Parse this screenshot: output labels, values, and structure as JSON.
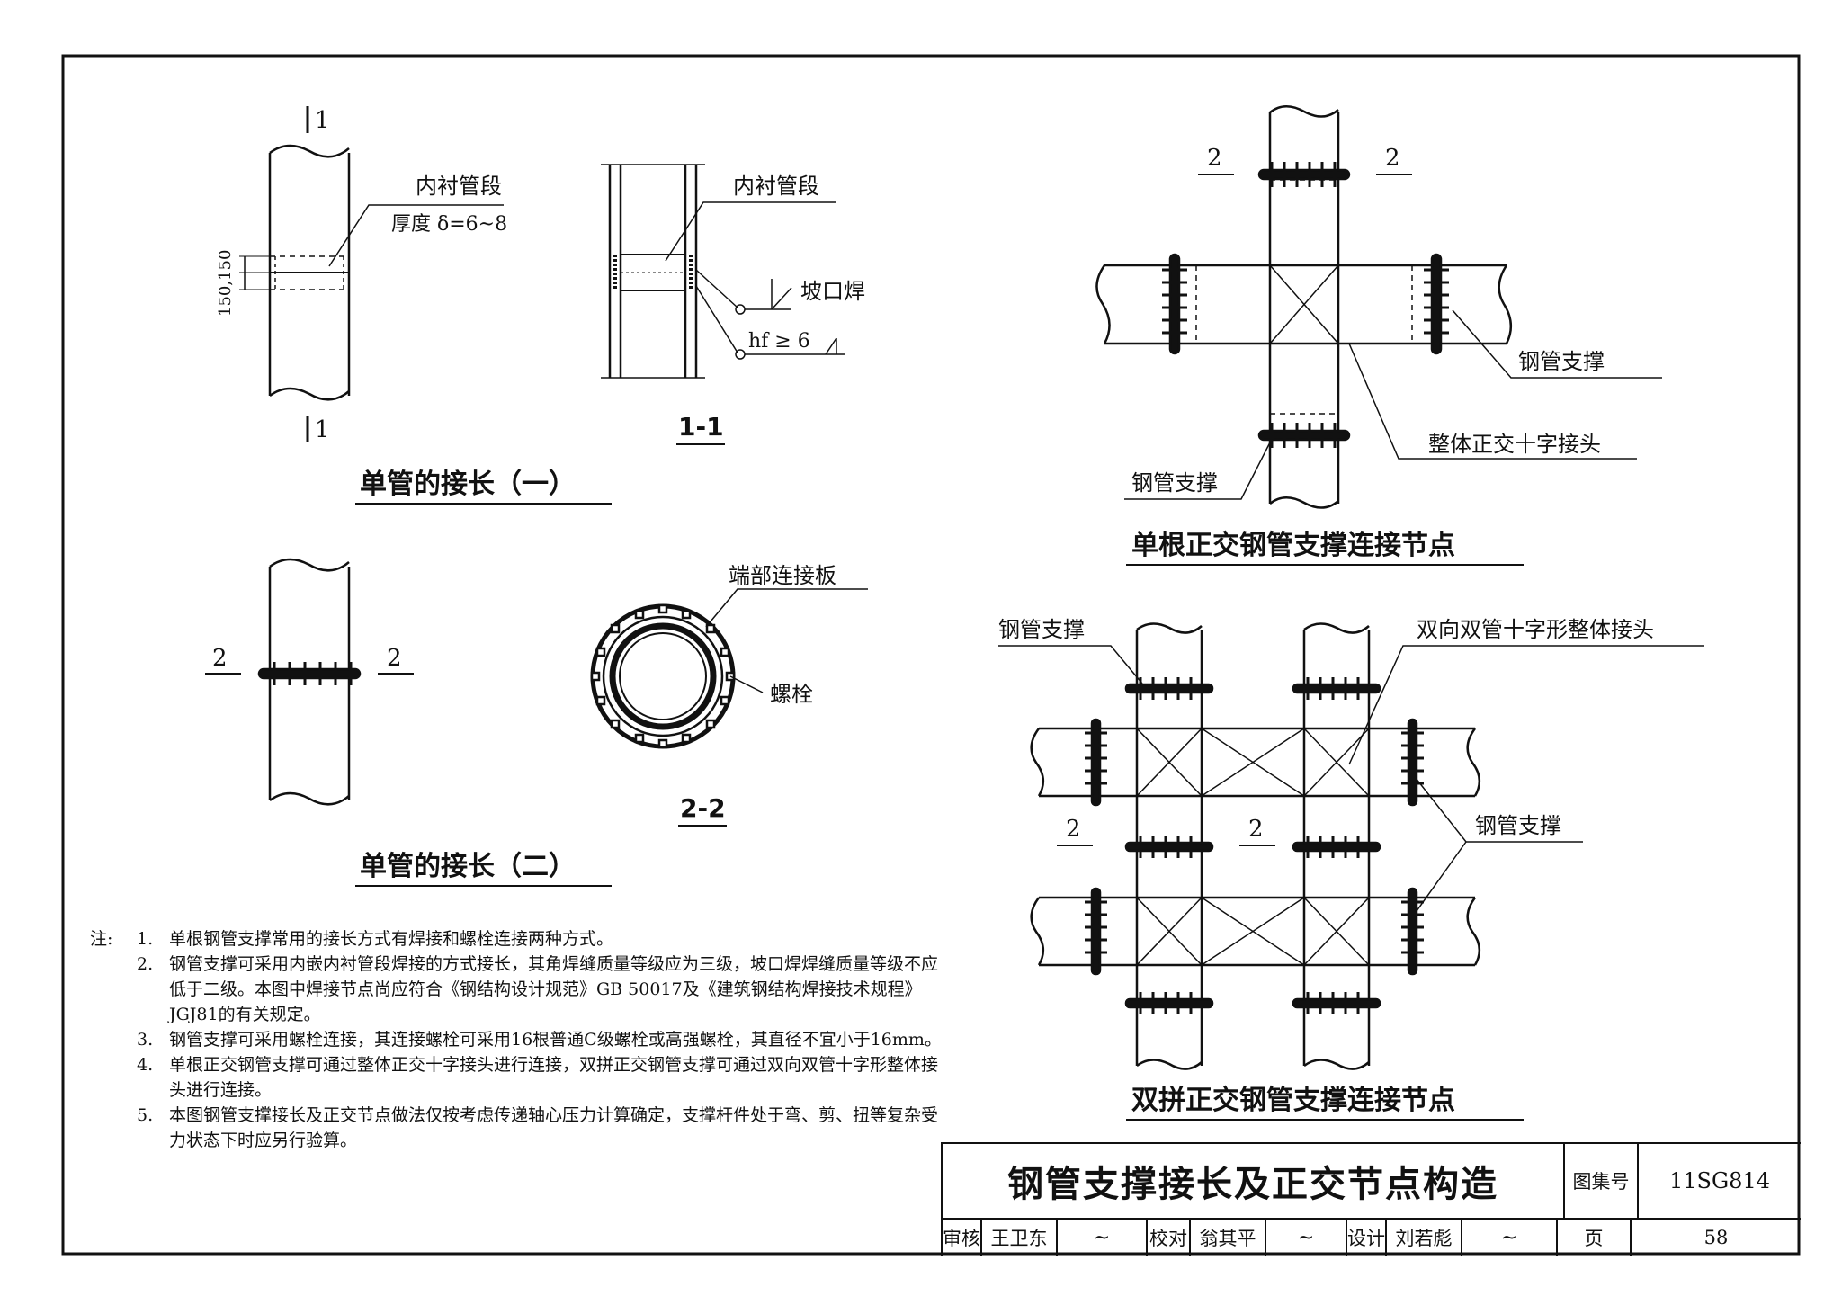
{
  "detail1": {
    "section_marks": [
      "1",
      "1"
    ],
    "dim_text": "150,150",
    "liner_label": "内衬管段",
    "thickness_label": "厚度 δ=6~8",
    "caption": "单管的接长（一）"
  },
  "section11": {
    "liner_label": "内衬管段",
    "weld_label": "坡口焊",
    "hf_label": "hf ≥ 6",
    "caption": "1-1"
  },
  "detail2": {
    "section_marks": [
      "2",
      "2"
    ],
    "caption": "单管的接长（二）"
  },
  "section22": {
    "plate_label": "端部连接板",
    "bolt_label": "螺栓",
    "caption": "2-2"
  },
  "single_node": {
    "section_marks": [
      "2",
      "2"
    ],
    "brace_label_right": "钢管支撑",
    "joint_label": "整体正交十字接头",
    "brace_label_left": "钢管支撑",
    "caption": "单根正交钢管支撑连接节点"
  },
  "double_node": {
    "brace_label_top": "钢管支撑",
    "joint_label": "双向双管十字形整体接头",
    "brace_label_right": "钢管支撑",
    "section_marks": [
      "2",
      "2"
    ],
    "caption": "双拼正交钢管支撑连接节点"
  },
  "notes": {
    "lead": "注:",
    "items": [
      {
        "num": "1.",
        "text": "单根钢管支撑常用的接长方式有焊接和螺栓连接两种方式。"
      },
      {
        "num": "2.",
        "text": "钢管支撑可采用内嵌内衬管段焊接的方式接长，其角焊缝质量等级应为三级，坡口焊焊缝质量等级不应低于二级。本图中焊接节点尚应符合《钢结构设计规范》GB 50017及《建筑钢结构焊接技术规程》JGJ81的有关规定。"
      },
      {
        "num": "3.",
        "text": "钢管支撑可采用螺栓连接，其连接螺栓可采用16根普通C级螺栓或高强螺栓，其直径不宜小于16mm。"
      },
      {
        "num": "4.",
        "text": "单根正交钢管支撑可通过整体正交十字接头进行连接，双拼正交钢管支撑可通过双向双管十字形整体接头进行连接。"
      },
      {
        "num": "5.",
        "text": "本图钢管支撑接长及正交节点做法仅按考虑传递轴心压力计算确定，支撑杆件处于弯、剪、扭等复杂受力状态下时应另行验算。"
      }
    ]
  },
  "titleblock": {
    "title": "钢管支撑接长及正交节点构造",
    "atlas_label": "图集号",
    "atlas_number": "11SG814",
    "review_label": "审核",
    "reviewer": "王卫东",
    "check_label": "校对",
    "checker": "翁其平",
    "design_label": "设计",
    "designer": "刘若彪",
    "page_label": "页",
    "page_number": "58"
  }
}
